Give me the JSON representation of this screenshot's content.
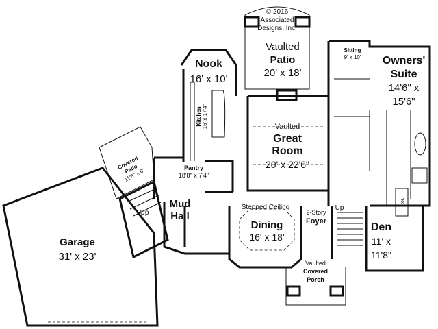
{
  "copyright": [
    "© 2016",
    "Associated",
    "Designs, Inc."
  ],
  "rooms": {
    "patio": {
      "title": "Vaulted",
      "name": "Patio",
      "size": "20' x 18'"
    },
    "sitting": {
      "name": "Sitting",
      "size": "9' x 10'"
    },
    "owners_suite": {
      "name1": "Owners'",
      "name2": "Suite",
      "size1": "14'6\" x",
      "size2": "15'6\""
    },
    "nook": {
      "name": "Nook",
      "size": "16' x 10'"
    },
    "kitchen": {
      "name": "Kitchen",
      "size": "16' x 17'4\""
    },
    "great_room": {
      "title": "Vaulted",
      "name1": "Great",
      "name2": "Room",
      "size": "20' x 22'6\""
    },
    "covered_patio": {
      "name1": "Covered",
      "name2": "Patio",
      "size": "11'8\" x 6'"
    },
    "pantry": {
      "name": "Pantry",
      "size": "18'8\" x 7'4\""
    },
    "mud_hall": {
      "name1": "Mud",
      "name2": "Hall"
    },
    "garage": {
      "name": "Garage",
      "size": "31' x 23'"
    },
    "dining": {
      "title": "Stepped Ceiling",
      "name": "Dining",
      "size": "16' x 18'"
    },
    "foyer": {
      "name1": "2-Story",
      "name2": "Foyer"
    },
    "den": {
      "name": "Den",
      "size1": "11' x",
      "size2": "11'8\""
    },
    "storage": {
      "name": "stor."
    },
    "porch": {
      "line1": "Vaulted",
      "line2": "Covered",
      "line3": "Porch"
    }
  },
  "stairs": {
    "up1": "Up",
    "up2": "Up"
  }
}
